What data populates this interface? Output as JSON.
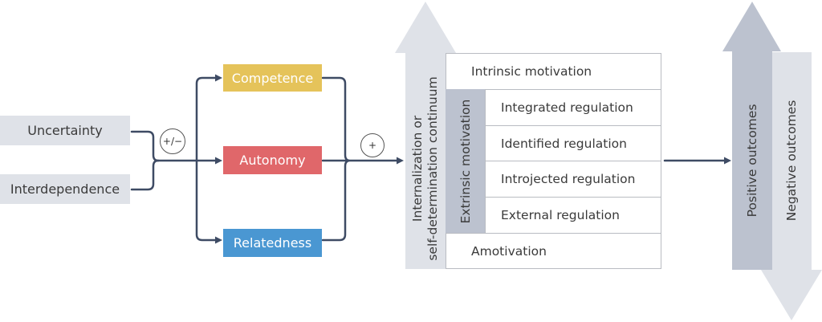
{
  "inputs": {
    "uncertainty": "Uncertainty",
    "interdependence": "Interdependence"
  },
  "operators": {
    "plus_minus": "+/−",
    "plus": "+"
  },
  "needs": {
    "competence": {
      "label": "Competence",
      "color": "#e5c35a"
    },
    "autonomy": {
      "label": "Autonomy",
      "color": "#e0676a"
    },
    "relatedness": {
      "label": "Relatedness",
      "color": "#4a97d2"
    }
  },
  "continuum": {
    "label_line1": "Internalization or",
    "label_line2": "self-determination continuum",
    "color": "#dfe2e8"
  },
  "motivation": {
    "intrinsic": "Intrinsic motivation",
    "extrinsic_label": "Extrinsic motivation",
    "extrinsic_color": "#bcc2cf",
    "regulations": [
      "Integrated regulation",
      "Identified regulation",
      "Introjected regulation",
      "External regulation"
    ],
    "amotivation": "Amotivation"
  },
  "outcomes": {
    "positive": {
      "label": "Positive outcomes",
      "color": "#bcc2cf"
    },
    "negative": {
      "label": "Negative outcomes",
      "color": "#dfe2e8"
    }
  },
  "line_color": "#3e4b64"
}
